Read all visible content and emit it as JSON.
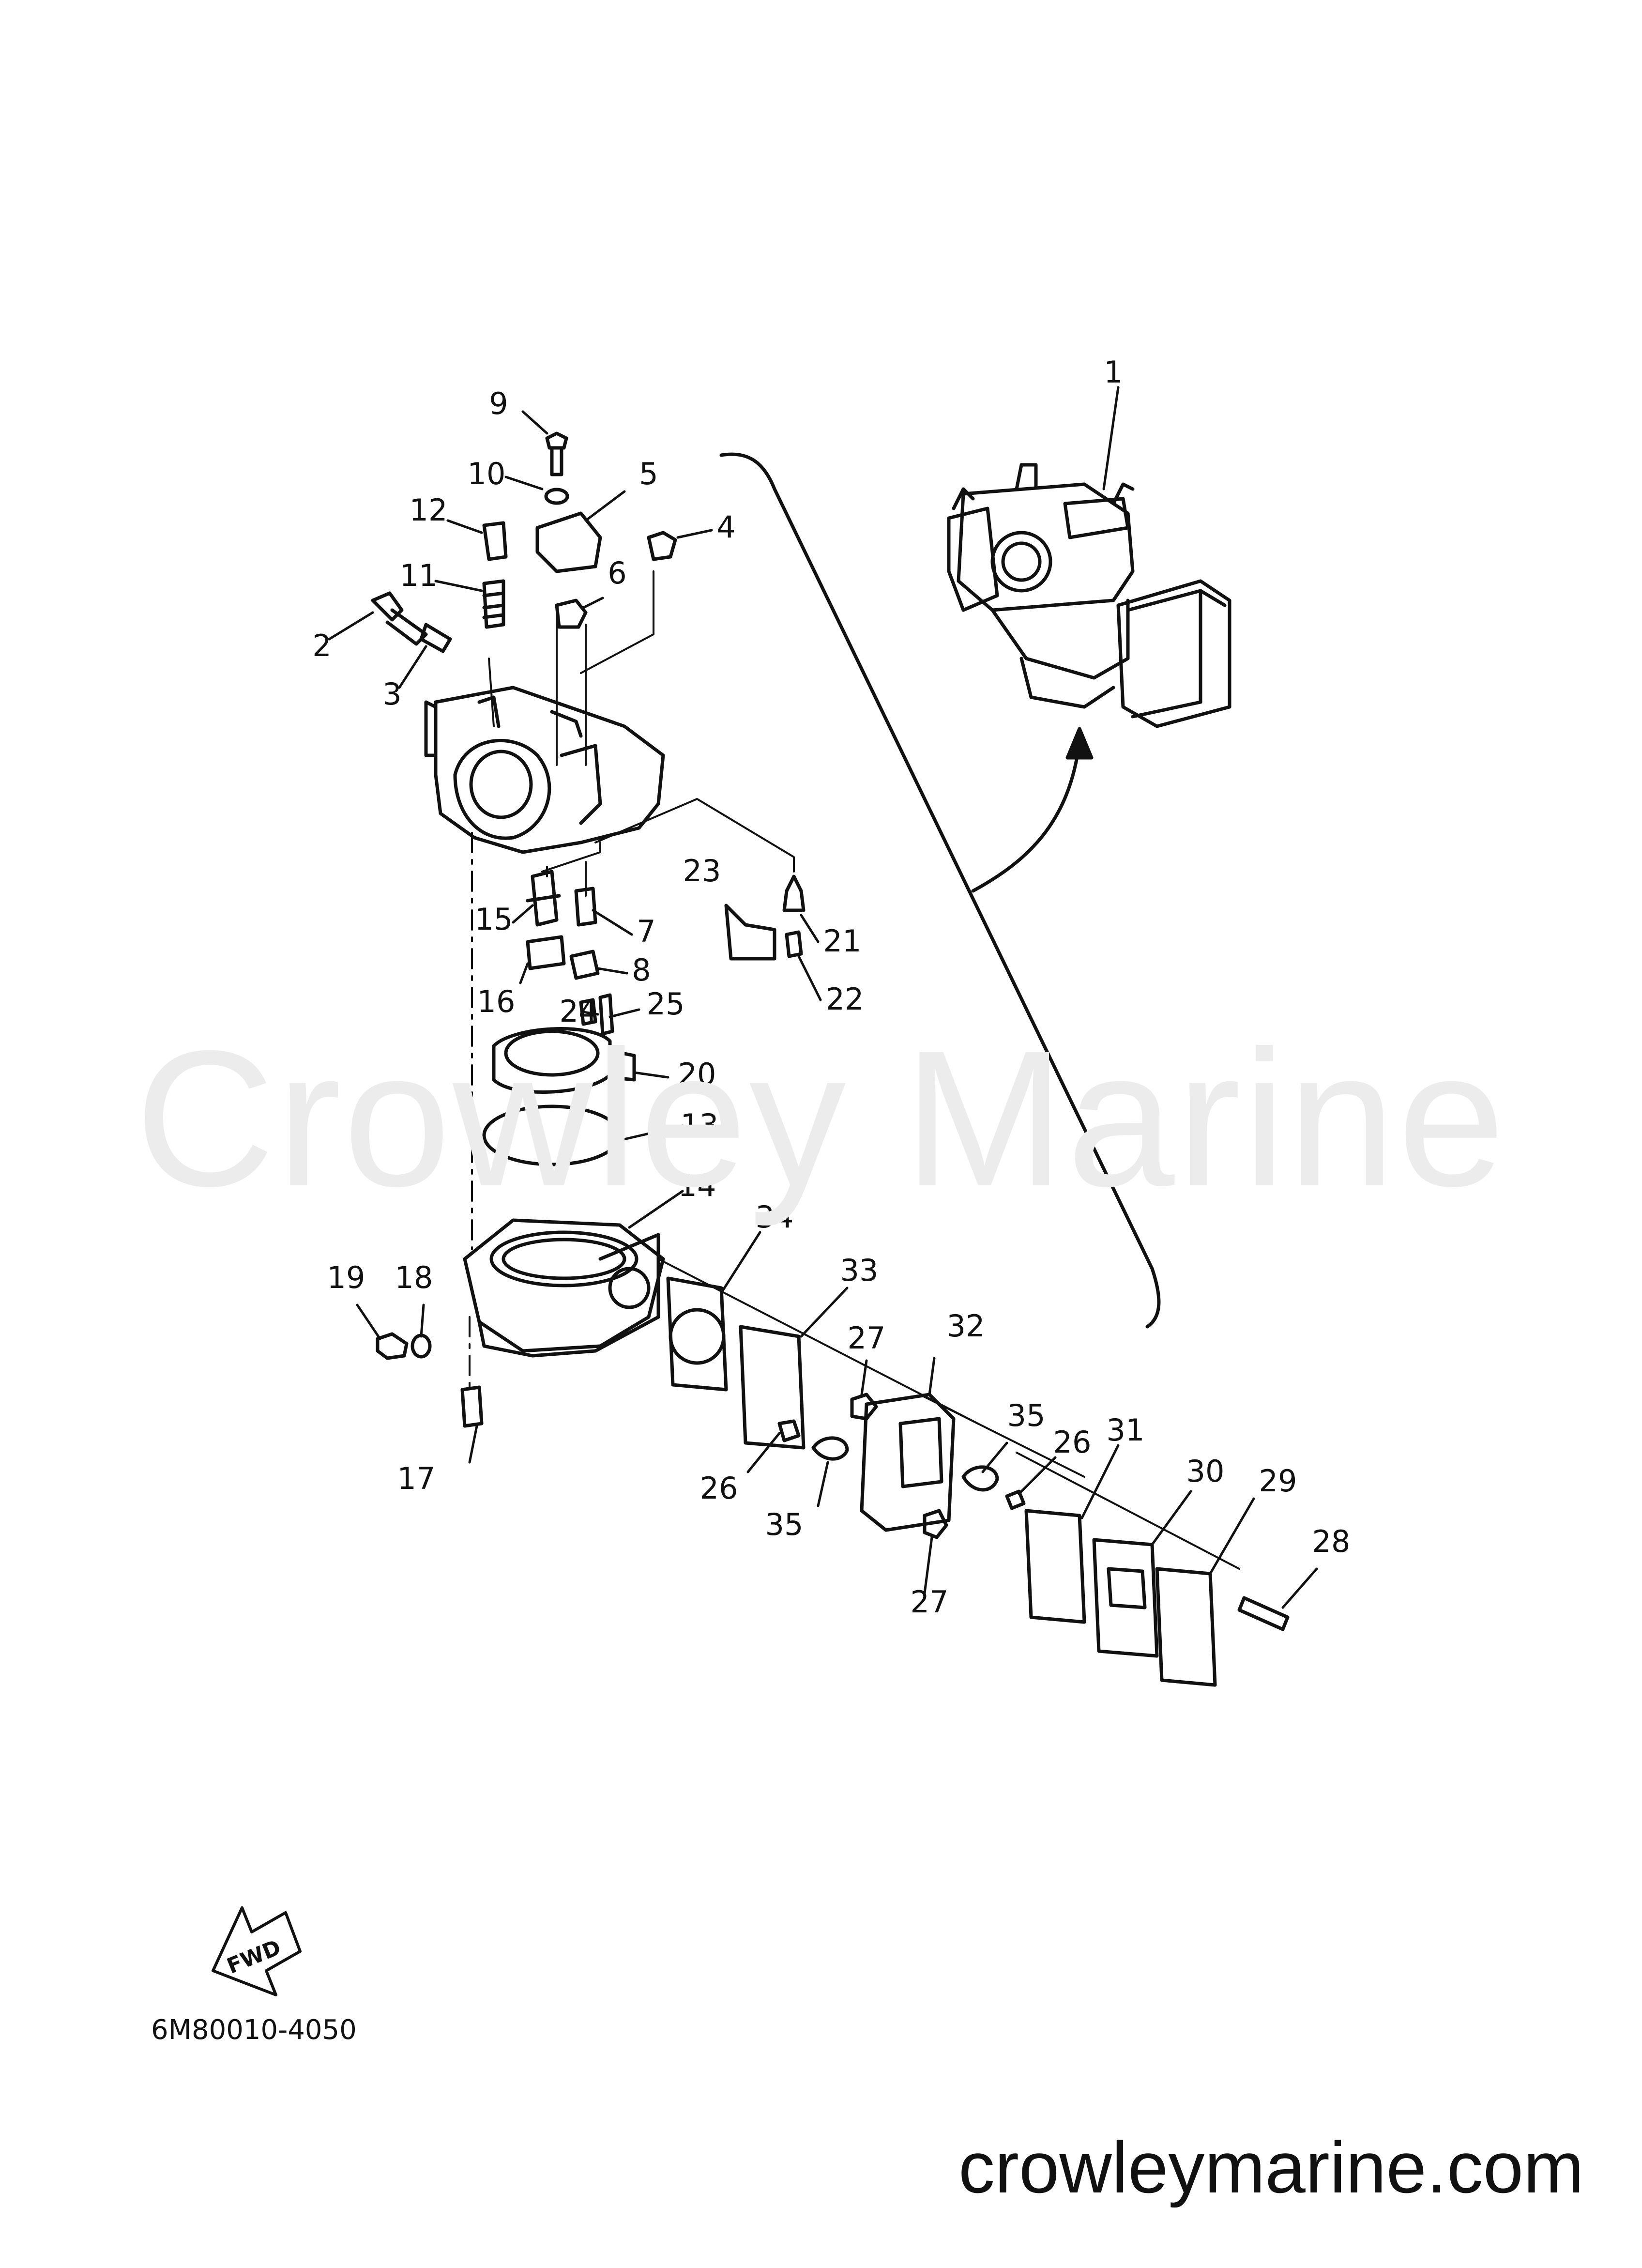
{
  "watermark": "Crowley Marine",
  "website": "crowleymarine.com",
  "drawing_number": "6M80010-4050",
  "fwd_label": "FWD",
  "callouts": {
    "c1": "1",
    "c2": "2",
    "c3": "3",
    "c4": "4",
    "c5": "5",
    "c6": "6",
    "c7": "7",
    "c8": "8",
    "c9": "9",
    "c10": "10",
    "c11": "11",
    "c12": "12",
    "c13": "13",
    "c14": "14",
    "c15": "15",
    "c16": "16",
    "c17": "17",
    "c18": "18",
    "c19": "19",
    "c20": "20",
    "c21": "21",
    "c22": "22",
    "c23": "23",
    "c24": "24",
    "c25": "25",
    "c26a": "26",
    "c26b": "26",
    "c27a": "27",
    "c27b": "27",
    "c28": "28",
    "c29": "29",
    "c30": "30",
    "c31": "31",
    "c32": "32",
    "c33": "33",
    "c34": "34",
    "c35a": "35",
    "c35b": "35"
  }
}
